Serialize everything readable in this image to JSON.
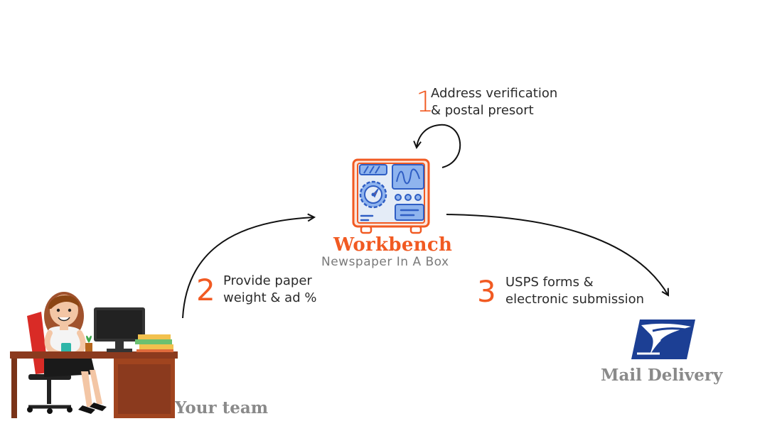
{
  "steps": [
    {
      "number": "1",
      "line1": "Address verification",
      "line2": "& postal presort"
    },
    {
      "number": "2",
      "line1": "Provide paper",
      "line2": "weight & ad %"
    },
    {
      "number": "3",
      "line1": "USPS forms &",
      "line2": "electronic submission"
    }
  ],
  "workbench": {
    "title": "Workbench",
    "subtitle": "Newspaper In A Box"
  },
  "team": {
    "label": "Your team"
  },
  "mail": {
    "label": "Mail Delivery"
  },
  "colors": {
    "accent": "#f15a22",
    "usps_blue": "#1c3f94",
    "machine_blue": "#5a8de0",
    "text": "#2b2b2b",
    "gray": "#8a8a8a"
  },
  "icons": [
    "workbench-machine-icon",
    "usps-eagle-icon",
    "office-worker-illustration"
  ]
}
